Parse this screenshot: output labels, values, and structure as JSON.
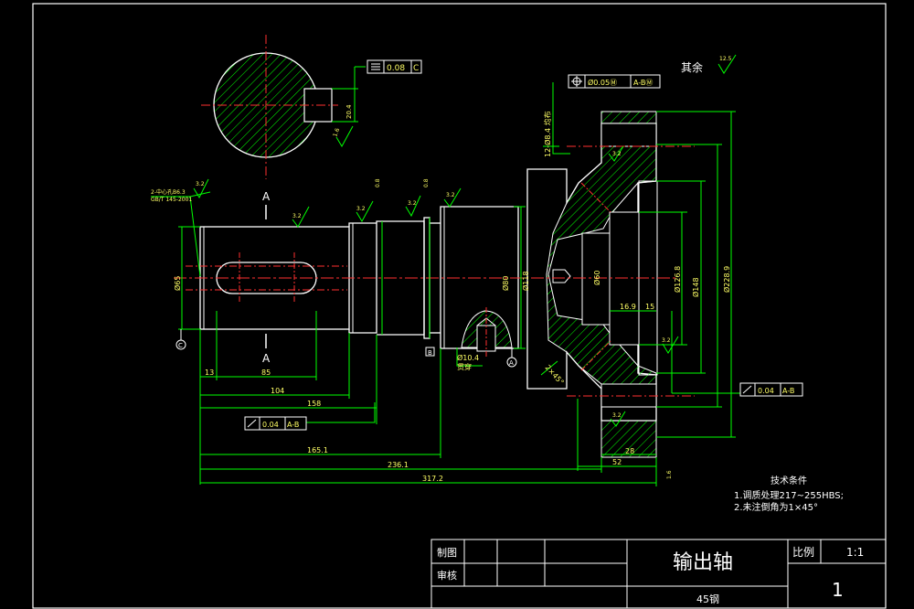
{
  "section_label": "A",
  "section_cut_top": "A",
  "section_cut_bottom": "A",
  "datums": {
    "a": "A",
    "b": "B",
    "c": "C"
  },
  "other_surfaces": "其余",
  "roughness": {
    "general": "12.5",
    "r32": "3.2",
    "r16": "1.6",
    "r08": "0.8"
  },
  "tolerance_frames": {
    "symmetry": {
      "value": "0.08",
      "datum": "C"
    },
    "position": {
      "value": "Ø0.05Ⓜ",
      "datum": "A-BⓂ"
    },
    "runout_1": {
      "value": "0.04",
      "datum": "A-B"
    },
    "runout_2": {
      "value": "0.04",
      "datum": "A-B"
    }
  },
  "center_hole_note": [
    "2-中心孔B6.3",
    "GB/T 145-2001"
  ],
  "holes_note": "12-Ø8.4 均布",
  "tap_note": "Ø10.4",
  "tap_sub": "贯穿",
  "chamfer_note": "2×45°",
  "dimensions": {
    "len_13": "13",
    "len_85": "85",
    "len_104": "104",
    "len_158": "158",
    "len_165": "165.1",
    "len_236": "236.1",
    "len_317": "317.2",
    "len_52": "52",
    "len_28": "28",
    "len_16": "16.9",
    "len_15": "15",
    "dia_118": "Ø118",
    "dia_148": "Ø148",
    "dia_126": "Ø126.8",
    "dia_228": "Ø228.9",
    "dia_keyway": "20.4",
    "dia_shaft": "Ø65",
    "dia_bearing": "Ø80",
    "dia_60": "Ø60"
  },
  "tech_requirements": {
    "title": "技术条件",
    "items": [
      "1.调质处理217~255HBS;",
      "2.未注倒角为1×45°"
    ]
  },
  "title_block": {
    "drawn_by": "制图",
    "checked_by": "审核",
    "part_name": "输出轴",
    "material": "45钢",
    "scale_label": "比例",
    "scale_value": "1:1",
    "sheet_number": "1"
  }
}
